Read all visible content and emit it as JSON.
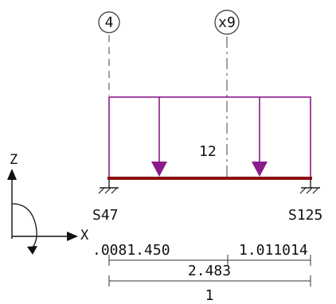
{
  "grid_axes": [
    {
      "label": "4"
    },
    {
      "label": "x9"
    }
  ],
  "load": {
    "value_label": "12",
    "color": "#8b1a8b"
  },
  "beam": {
    "color": "#8b0f14"
  },
  "supports": [
    {
      "label": "S47"
    },
    {
      "label": "S125"
    }
  ],
  "coordinate_axes": {
    "z_label": "Z",
    "x_label": "X"
  },
  "dimensions": {
    "row1_left": ".0081.450",
    "row1_right": "1.011014",
    "row2": "2.483",
    "row3": "1"
  }
}
